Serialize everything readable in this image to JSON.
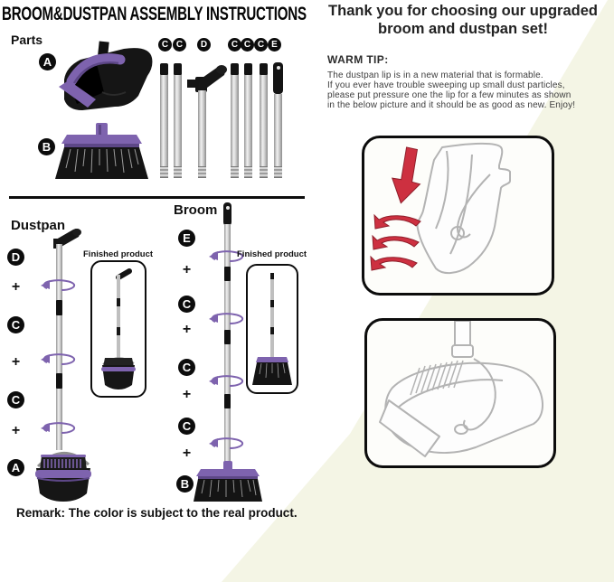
{
  "left": {
    "title": "BROOM&DUSTPAN ASSEMBLY INSTRUCTIONS",
    "parts_label": "Parts",
    "part_a_label": "A",
    "part_b_label": "B",
    "pole_group1": [
      "C",
      "C"
    ],
    "pole_group2": [
      "D"
    ],
    "pole_group3": [
      "C",
      "C",
      "C",
      "E"
    ],
    "dustpan": {
      "heading": "Dustpan",
      "seq": [
        "D",
        "+",
        "C",
        "+",
        "C",
        "+",
        "A"
      ],
      "finished_label": "Finished product"
    },
    "broom": {
      "heading": "Broom",
      "seq": [
        "E",
        "+",
        "C",
        "+",
        "C",
        "+",
        "C",
        "+",
        "B"
      ],
      "finished_label": "Finished product"
    },
    "remark": "Remark: The color is subject to the real product."
  },
  "right": {
    "title_line1": "Thank you for choosing our upgraded",
    "title_line2": "broom and dustpan set!",
    "tip_heading": "WARM TIP:",
    "tip_lines": [
      "The dustpan lip is in a new material that is formable.",
      "If you ever have trouble sweeping up small dust particles,",
      "please put pressure one the lip for a few minutes as shown",
      "in the below picture and it should be as good as new. Enjoy!"
    ]
  },
  "colors": {
    "purple_accent": "#7e63ae",
    "purple_dark": "#5d4787",
    "cream_background": "#f4f5e5",
    "red_arrow": "#cd3040",
    "pole_silver": "#c9c9c9",
    "line_art_gray": "#b3b3b3"
  }
}
